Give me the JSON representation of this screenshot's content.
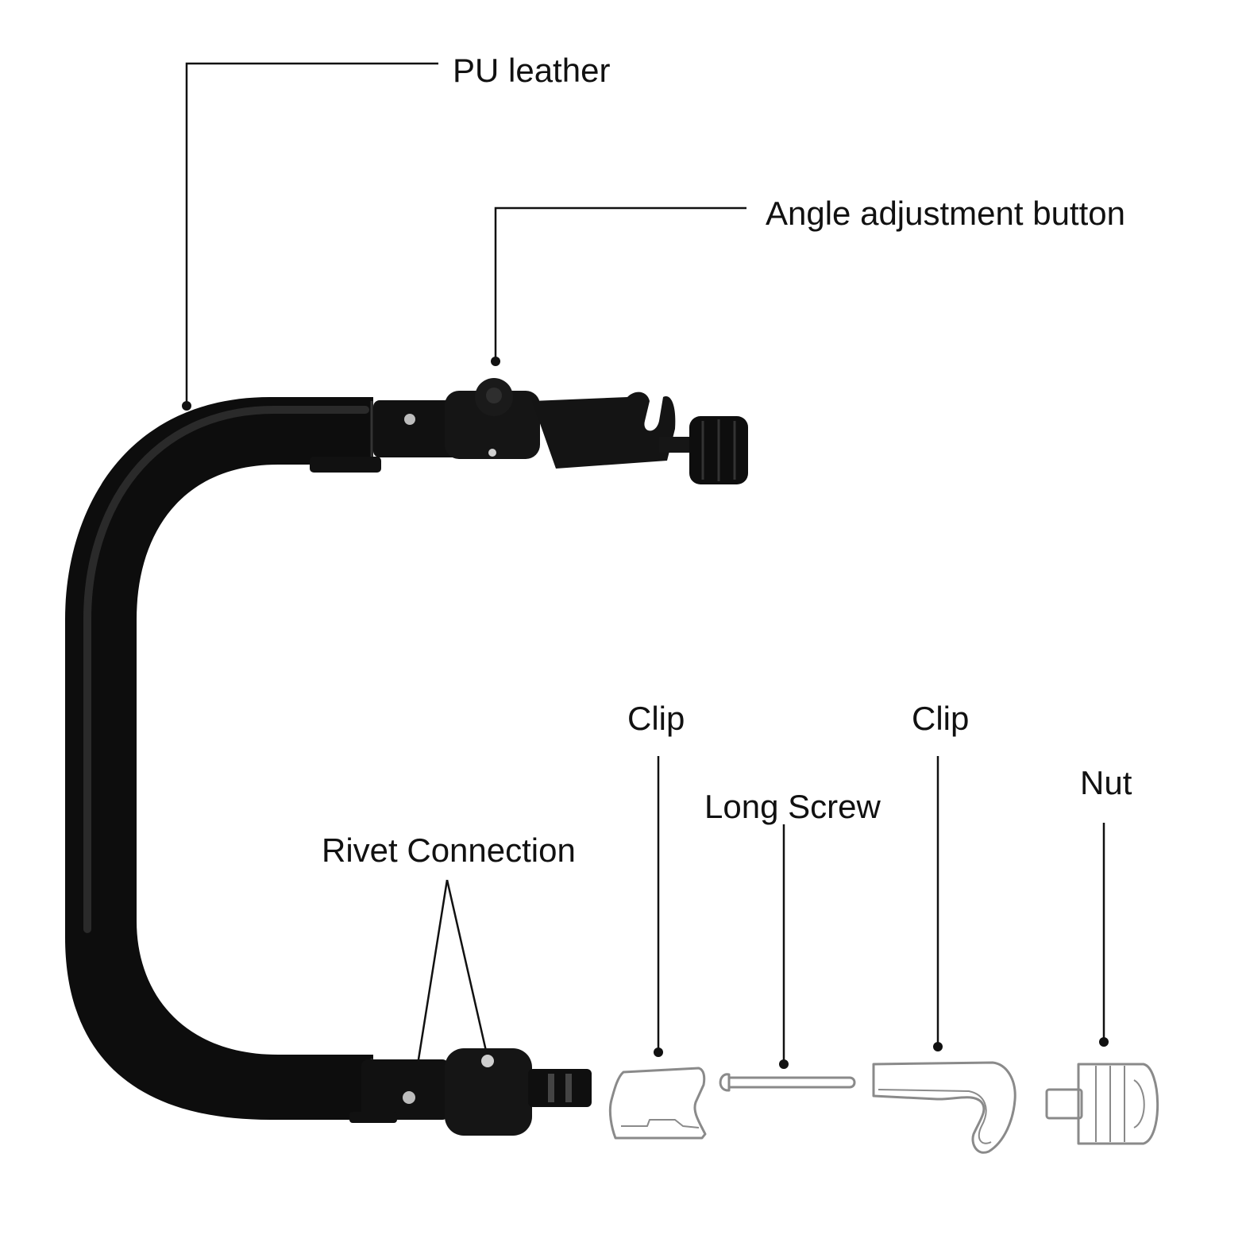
{
  "labels": {
    "pu_leather": "PU leather",
    "angle_button": "Angle adjustment button",
    "clip_left": "Clip",
    "clip_right": "Clip",
    "long_screw": "Long Screw",
    "nut": "Nut",
    "rivet": "Rivet Connection"
  },
  "colors": {
    "line": "#111111",
    "bar": "#0d0d0d",
    "bar_highlight": "#2a2a2a",
    "part_outline": "#8a8a8a"
  }
}
